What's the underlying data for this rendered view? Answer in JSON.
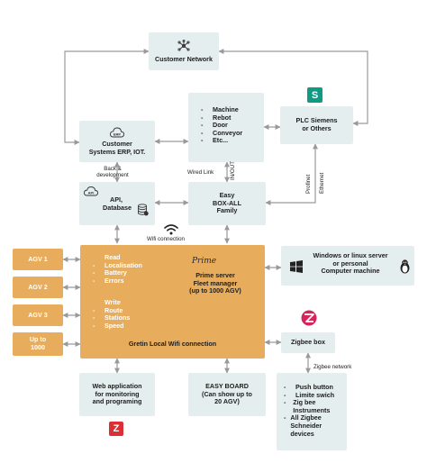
{
  "customer_network": {
    "label": "Customer Network",
    "icon": "network-icon"
  },
  "customer_systems": {
    "label_line1": "Customer",
    "label_line2": "Systems ERP, IOT.",
    "icon": "erp-cloud-icon",
    "icon_text": "ERP"
  },
  "machines": {
    "items": [
      "Machine",
      "Rebot",
      "Door",
      "Conveyor",
      "Etc..."
    ]
  },
  "plc": {
    "label_line1": "PLC Siemens",
    "label_line2": "or Others",
    "logo_letter": "S",
    "logo_color": "#109a84"
  },
  "api_db": {
    "label_line1": "API,",
    "label_line2": "Database",
    "icon": "api-cloud-icon",
    "icon_text": "API",
    "db_icon": "database-icon"
  },
  "easy_box": {
    "label_line1": "Easy",
    "label_line2": "BOX-ALL",
    "label_line3": "Family"
  },
  "link_labels": {
    "back_dev_1": "Back &",
    "back_dev_2": "development",
    "wired_link": "Wired Link",
    "in_out": "IN/OUT",
    "profinet": "Profinet",
    "ethernet": "Ethernet",
    "wifi": "Wifi connection",
    "zigbee_net": "Zigbee network"
  },
  "agvs": [
    "AGV 1",
    "AGV 2",
    "AGV 3"
  ],
  "agv_more": {
    "line1": "Up to",
    "line2": "1000"
  },
  "fleet": {
    "read_title": "Read",
    "read_items": [
      "Localisation",
      "Battery",
      "Errors"
    ],
    "write_title": "Write",
    "write_items": [
      "Route",
      "Stations",
      "Speed"
    ],
    "prime_logo": "Prime",
    "server_line1": "Prime server",
    "server_line2": "Fleet manager",
    "server_line3": "(up to 1000 AGV)",
    "footer": "Gretin Local Wifi connection",
    "color": "#e7ad5d"
  },
  "server": {
    "line1": "Windows or linux server",
    "line2": "or personal",
    "line3": "Computer machine",
    "icon_windows": "windows-icon",
    "icon_linux": "linux-penguin-icon"
  },
  "zigbee": {
    "label": "Zigbee box",
    "icon": "zigbee-icon",
    "icon_color": "#d6245c"
  },
  "web_app": {
    "line1": "Web application",
    "line2": "for monitoring",
    "line3": "and programing",
    "icon": "z-app-icon",
    "icon_letter": "Z",
    "icon_color": "#d92f35"
  },
  "easy_board": {
    "line1": "EASY BOARD",
    "line2": "(Can show up to",
    "line3": "20 AGV)"
  },
  "zigbee_devices": {
    "items": [
      "Push button",
      "Limite swich",
      "Zig bee Instruments",
      "All Zigbee Schneider devices"
    ]
  }
}
